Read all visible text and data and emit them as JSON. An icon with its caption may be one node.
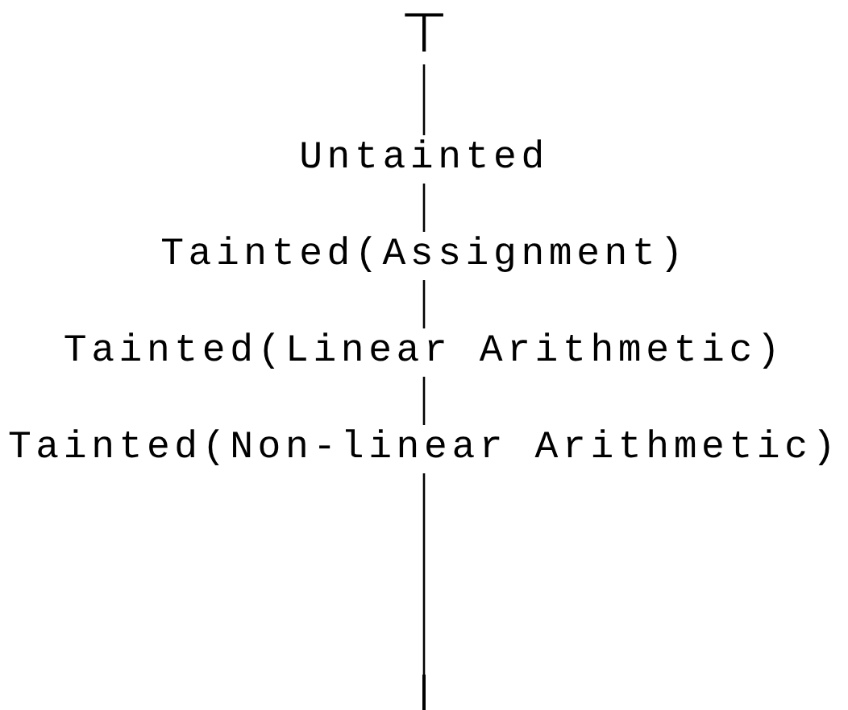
{
  "diagram": {
    "nodes": [
      {
        "text": [
          "⊤"
        ]
      },
      {
        "text": [
          "Untainted"
        ]
      },
      {
        "text": [
          "Tainted(Assignment)"
        ]
      },
      {
        "text": [
          "Tainted(Linear Arithmetic)"
        ]
      },
      {
        "text": [
          "Tainted(Non-linear Arithmetic)"
        ]
      },
      {
        "text": [],
        "shape": "bar"
      }
    ],
    "edges": [
      {
        "from": 0,
        "to": 1,
        "arrow": "none"
      },
      {
        "from": 1,
        "to": 2,
        "arrow": "none"
      },
      {
        "from": 2,
        "to": 3,
        "arrow": "none"
      },
      {
        "from": 3,
        "to": 4,
        "arrow": "none"
      },
      {
        "from": 4,
        "to": 5,
        "arrow": "none"
      }
    ]
  }
}
